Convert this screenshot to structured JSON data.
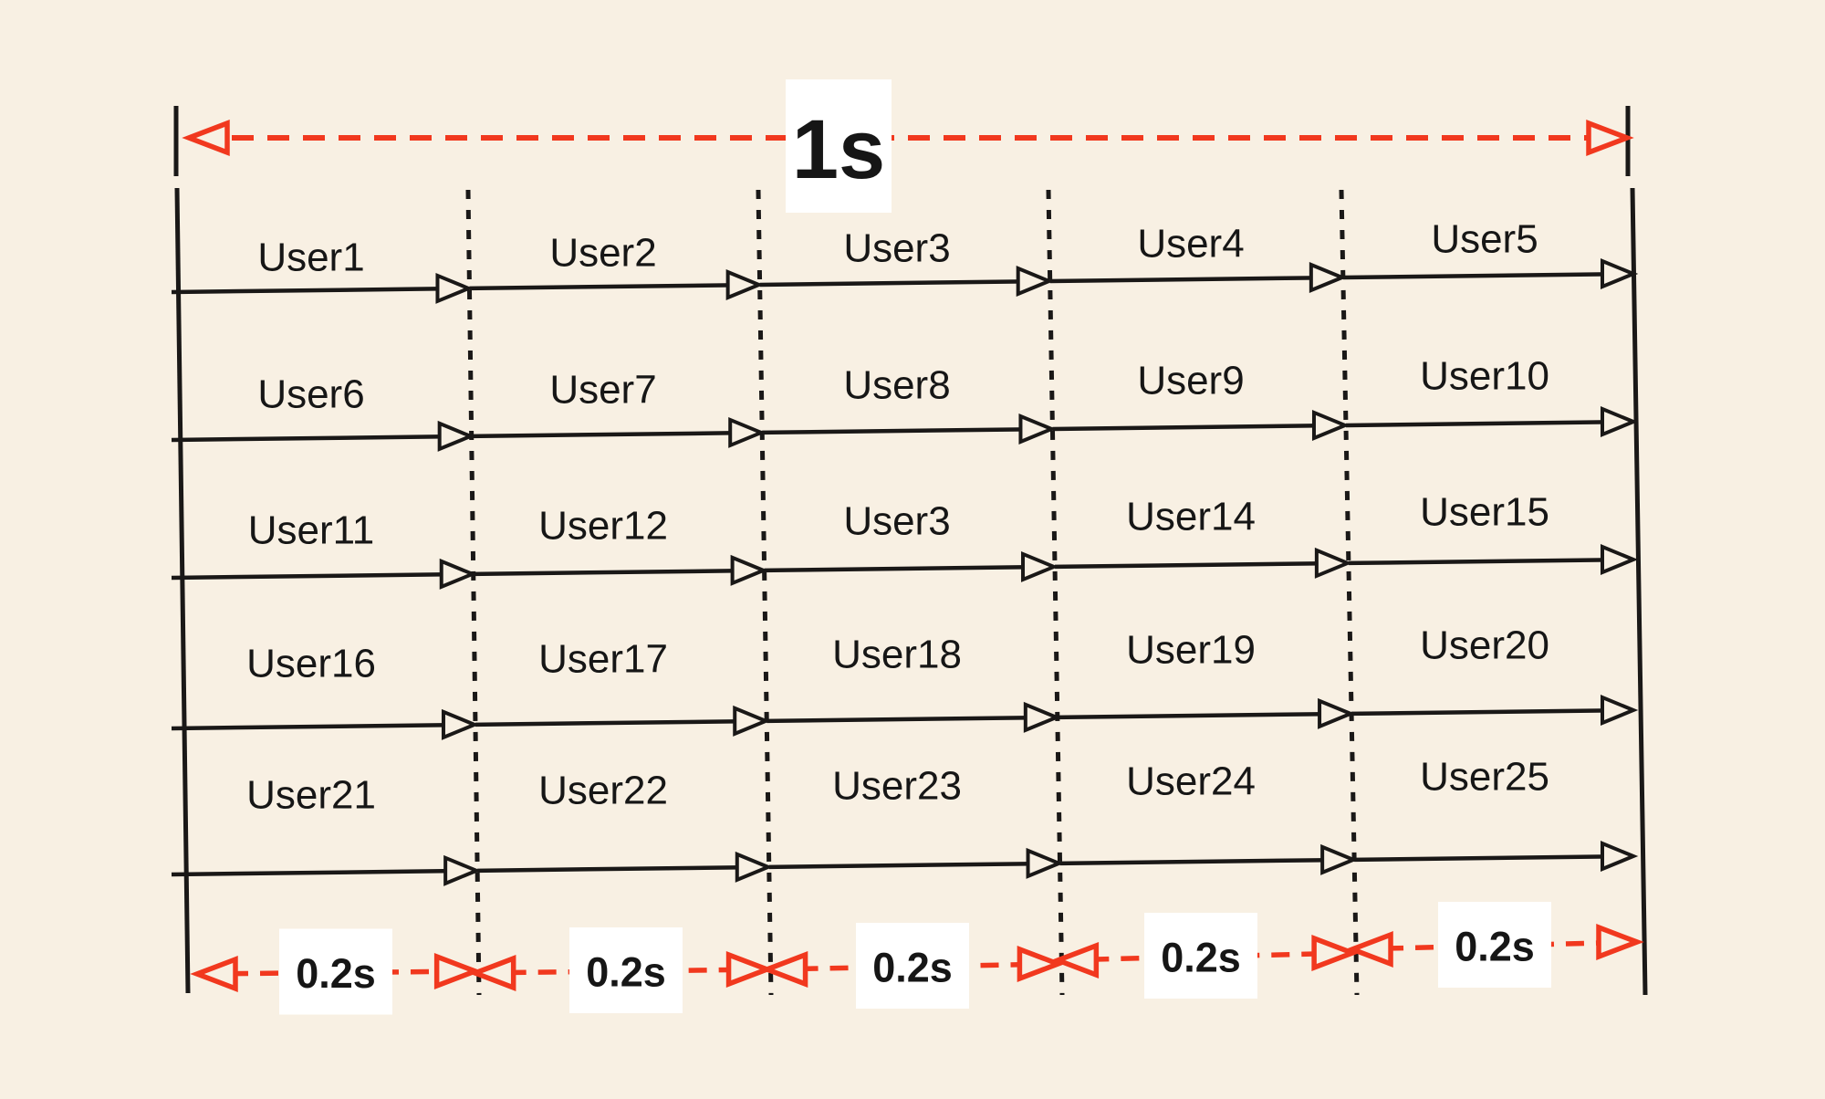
{
  "figure": {
    "title": "time-slot-schedule-diagram",
    "background_color": "#F8F0E3",
    "accent_red": "#F1381E",
    "line_black": "#1A1817",
    "text_color": "#161616",
    "label_box_color": "#FFFFFF",
    "total_duration_label": "1s",
    "slot_duration_labels": [
      "0.2s",
      "0.2s",
      "0.2s",
      "0.2s",
      "0.2s"
    ],
    "rows": [
      {
        "users": [
          "User1",
          "User2",
          "User3",
          "User4",
          "User5"
        ]
      },
      {
        "users": [
          "User6",
          "User7",
          "User8",
          "User9",
          "User10"
        ]
      },
      {
        "users": [
          "User11",
          "User12",
          "User3",
          "User14",
          "User15"
        ]
      },
      {
        "users": [
          "User16",
          "User17",
          "User18",
          "User19",
          "User20"
        ]
      },
      {
        "users": [
          "User21",
          "User22",
          "User23",
          "User24",
          "User25"
        ]
      }
    ]
  }
}
